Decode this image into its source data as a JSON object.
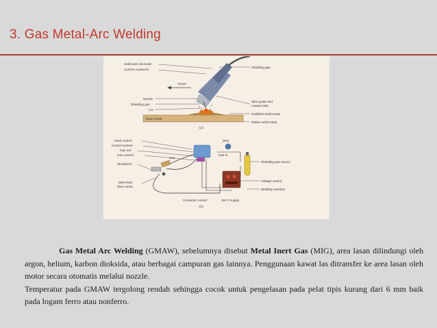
{
  "slide": {
    "title": "3. Gas Metal-Arc Welding"
  },
  "figure": {
    "labels_a": {
      "solid_wire": "Solid wire electrode",
      "current_conductor": "Current conductor",
      "travel": "Travel",
      "nozzle": "Nozzle",
      "shielding_gas_left": "Shielding gas",
      "arc": "Arc",
      "base_metal": "Base metal",
      "shielding_gas_right": "Shielding gas",
      "wire_guide": "Wire guide and",
      "contact_tube": "contact tube",
      "solidified": "Solidified weld metal",
      "molten": "Molten weld metal",
      "caption": "(a)"
    },
    "labels_b": {
      "feed_control": "Feed control",
      "control_system": "Control system",
      "gas_out": "Gas out",
      "gun_control": "Gun control",
      "workpiece": "Workpiece",
      "gun": "Gun",
      "wire_feed": "Wire-feed",
      "drive_motor": "drive motor",
      "wire": "Wire",
      "gas_in": "Gas in",
      "shielding_gas_source": "Shielding-gas source",
      "voltage_control": "Voltage control",
      "welding_machine": "Welding machine",
      "contactor_control": "Contactor control",
      "supply": "110 V supply",
      "caption": "(b)"
    }
  },
  "body": {
    "term1": "Gas Metal Arc Welding",
    "text1": " (GMAW), sebelumnya disebut ",
    "term2": "Metal Inert Gas",
    "text2": "  (MIG), area lasan dilindungi oleh argon, helium, karbon dioksida, atau berbagai campuran gas lainnya. Penggunaan kawat las ditransfer ke area lasan oleh motor secara otomatis melalui nozzle.",
    "para2": "Temperatur pada GMAW tergolong rendah sehingga cocok untuk pengelasan pada pelat tipis kurang dari 6 mm baik pada logam ferro atau nonferro."
  }
}
